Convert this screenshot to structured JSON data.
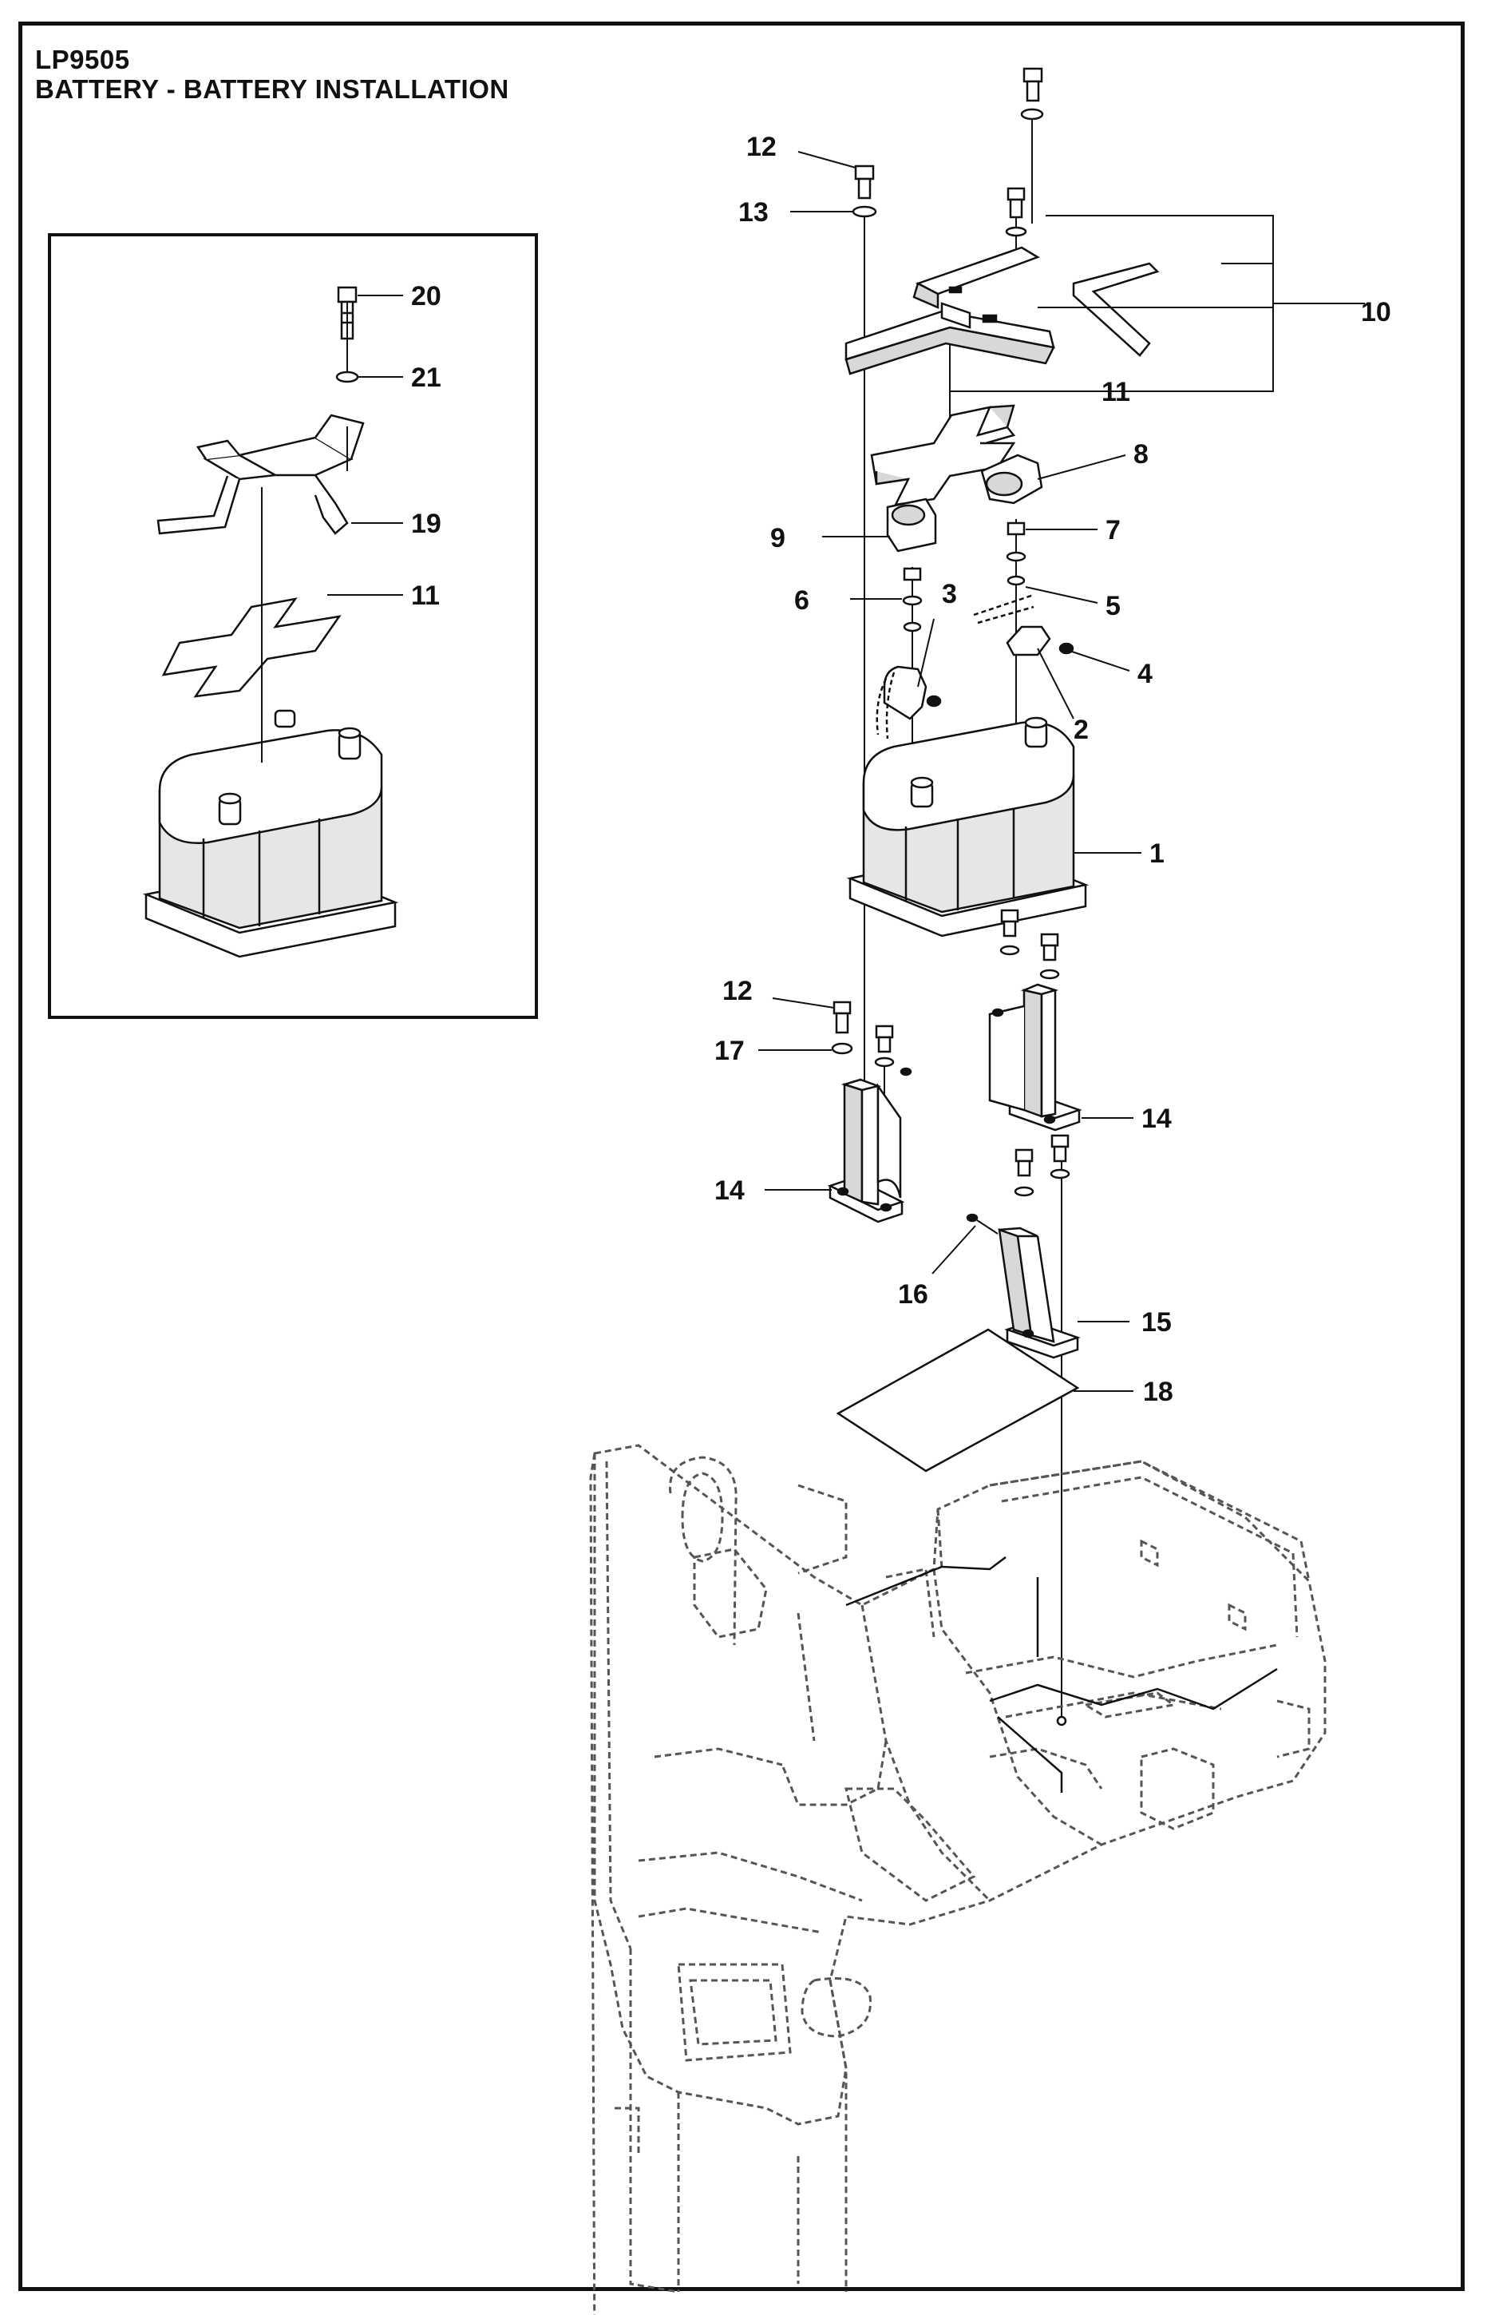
{
  "header": {
    "model": "LP9505",
    "title": "BATTERY - BATTERY INSTALLATION"
  },
  "callouts": [
    "1",
    "2",
    "3",
    "4",
    "5",
    "6",
    "7",
    "8",
    "9",
    "10",
    "11",
    "11",
    "12",
    "12",
    "13",
    "14",
    "14",
    "15",
    "16",
    "17",
    "18",
    "19",
    "20",
    "21"
  ],
  "colors": {
    "line": "#111111",
    "fill": "#ffffff",
    "shade": "#d8d8d8"
  }
}
